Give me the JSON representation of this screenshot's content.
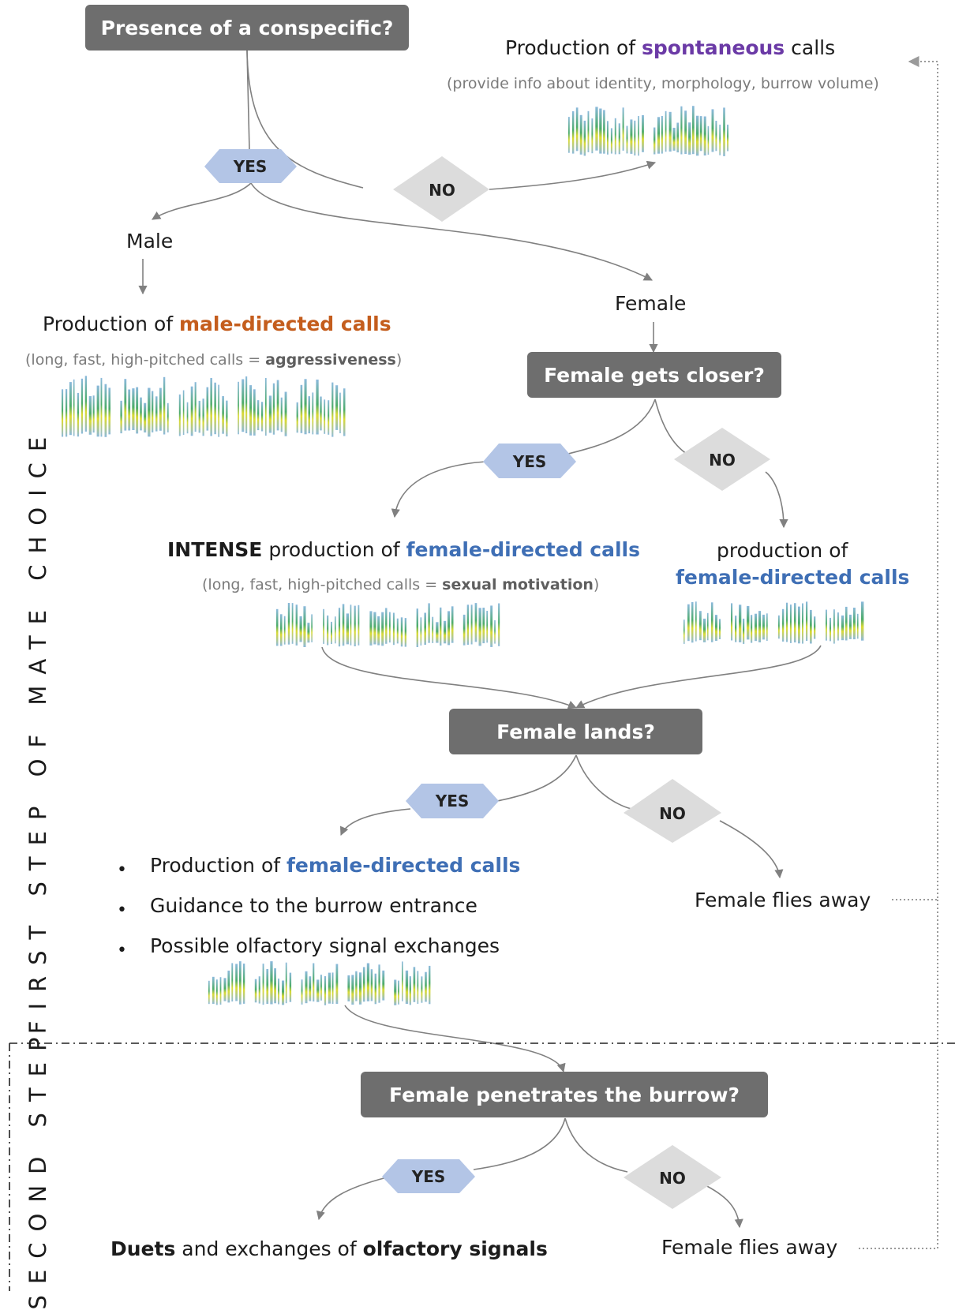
{
  "side_labels": {
    "first_step": "FIRST STEP OF MATE CHOICE",
    "second_step": "SECOND STEP"
  },
  "questions": {
    "presence": "Presence of a conspecific?",
    "female_closer": "Female gets closer?",
    "female_lands": "Female lands?",
    "female_penetrates": "Female penetrates the burrow?"
  },
  "answers": {
    "yes": "YES",
    "no": "NO"
  },
  "spontaneous": {
    "prefix": "Production of ",
    "highlight": "spontaneous",
    "suffix": " calls",
    "note": "(provide info about identity, morphology, burrow volume)"
  },
  "male": {
    "label": "Male",
    "prefix": "Production of ",
    "highlight": "male-directed calls",
    "note_prefix": "(long, fast, high-pitched calls = ",
    "note_bold": "aggressiveness",
    "note_suffix": ")"
  },
  "female": {
    "label": "Female"
  },
  "intense": {
    "bold": "INTENSE",
    "middle": " production of ",
    "highlight": "female-directed calls",
    "note_prefix": "(long, fast, high-pitched calls = ",
    "note_bold": "sexual motivation",
    "note_suffix": ")"
  },
  "no_closer": {
    "line1": "production of",
    "highlight": "female-directed calls"
  },
  "lands_yes": {
    "item1_prefix": "Production of ",
    "item1_highlight": "female-directed calls",
    "item2": "Guidance to the burrow entrance",
    "item3": "Possible olfactory signal exchanges"
  },
  "flies_away": "Female flies away",
  "duets": {
    "bold1": "Duets",
    "middle": " and exchanges of ",
    "bold2": "olfactory signals"
  },
  "colors": {
    "question_box": "#6e6e6e",
    "yes_shape": "#b3c5e6",
    "no_shape": "#dcdcdc",
    "purple": "#6b3aa6",
    "orange": "#c45d1d",
    "blue": "#3f6fb5",
    "arrow": "#808080"
  }
}
